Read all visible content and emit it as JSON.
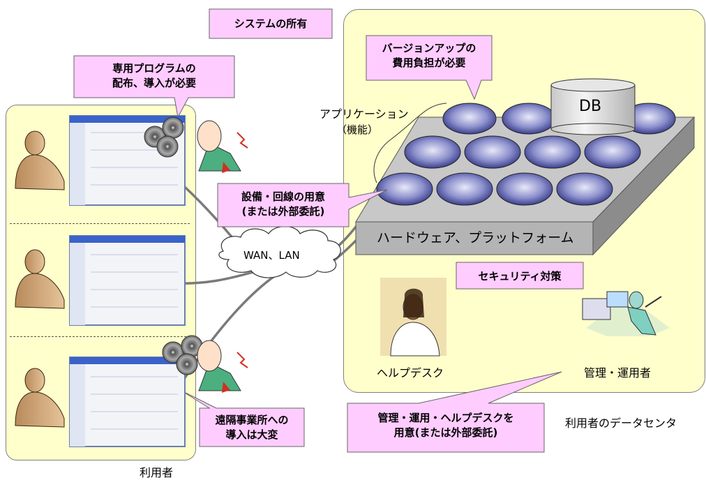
{
  "labels": {
    "system_ownership": "システムの所有",
    "app_line1": "アプリケーション",
    "app_line2": "（機能）",
    "db": "DB",
    "hardware": "ハードウェア、プラットフォーム",
    "security": "セキュリティ対策",
    "wan_lan": "WAN、LAN",
    "helpdesk": "ヘルプデスク",
    "admin": "管理・運用者",
    "user_datacenter": "利用者のデータセンタ",
    "users": "利用者"
  },
  "callouts": {
    "program_line1": "専用プログラムの",
    "program_line2": "配布、導入が必要",
    "version_line1": "バージョンアップの",
    "version_line2": "費用負担が必要",
    "equipment_line1": "設備・回線の用意",
    "equipment_line2": "(または外部委託)",
    "remote_line1": "遠隔事業所への",
    "remote_line2": "導入は大変",
    "manage_line1": "管理・運用・ヘルプデスクを",
    "manage_line2": "用意(または外部委託)"
  },
  "colors": {
    "panel_fill": "#ffffcc",
    "callout_fill": "#ffccff",
    "module_fill": "#5a5fb0",
    "platform_top": "#c8c8c8",
    "platform_side": "#a0a0a0"
  }
}
